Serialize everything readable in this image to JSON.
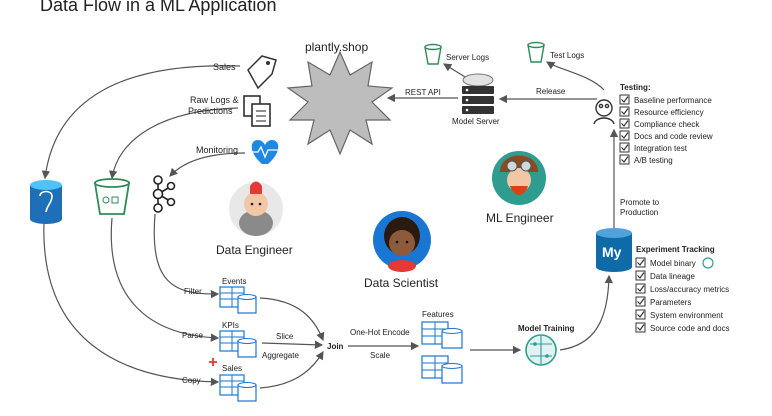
{
  "title": "Data Flow in a ML Application",
  "nodes": {
    "shop": "plantly.shop",
    "server_logs": "Server Logs",
    "test_logs": "Test Logs",
    "rest_api": "REST API",
    "release": "Release",
    "model_server": "Model Server",
    "sales_source": "Sales",
    "raw_logs_line1": "Raw Logs &",
    "raw_logs_line2": "Predictions",
    "monitoring": "Monitoring",
    "data_engineer": "Data Engineer",
    "data_scientist": "Data Scientist",
    "ml_engineer": "ML Engineer",
    "promote_line1": "Promote to",
    "promote_line2": "Production",
    "filter": "Filter",
    "parse": "Parse",
    "copy": "Copy",
    "events": "Events",
    "kpis": "KPIs",
    "sales_table": "Sales",
    "slice": "Slice",
    "aggregate": "Aggregate",
    "join": "Join",
    "one_hot": "One-Hot Encode",
    "scale": "Scale",
    "features": "Features",
    "model_training": "Model Training",
    "mysql_logo": "My"
  },
  "testing": {
    "title": "Testing:",
    "items": [
      "Baseline performance",
      "Resource efficiency",
      "Compliance check",
      "Docs and code review",
      "Integration test",
      "A/B testing"
    ]
  },
  "experiment": {
    "title": "Experiment Tracking",
    "items": [
      "Model binary",
      "Data lineage",
      "Loss/accuracy metrics",
      "Parameters",
      "System environment",
      "Source code and docs"
    ]
  },
  "colors": {
    "db_blue": "#1f6fb8",
    "bucket_green": "#2e8b57",
    "mlflow_blue": "#0f6aa8",
    "heart_blue": "#1e88e5"
  }
}
